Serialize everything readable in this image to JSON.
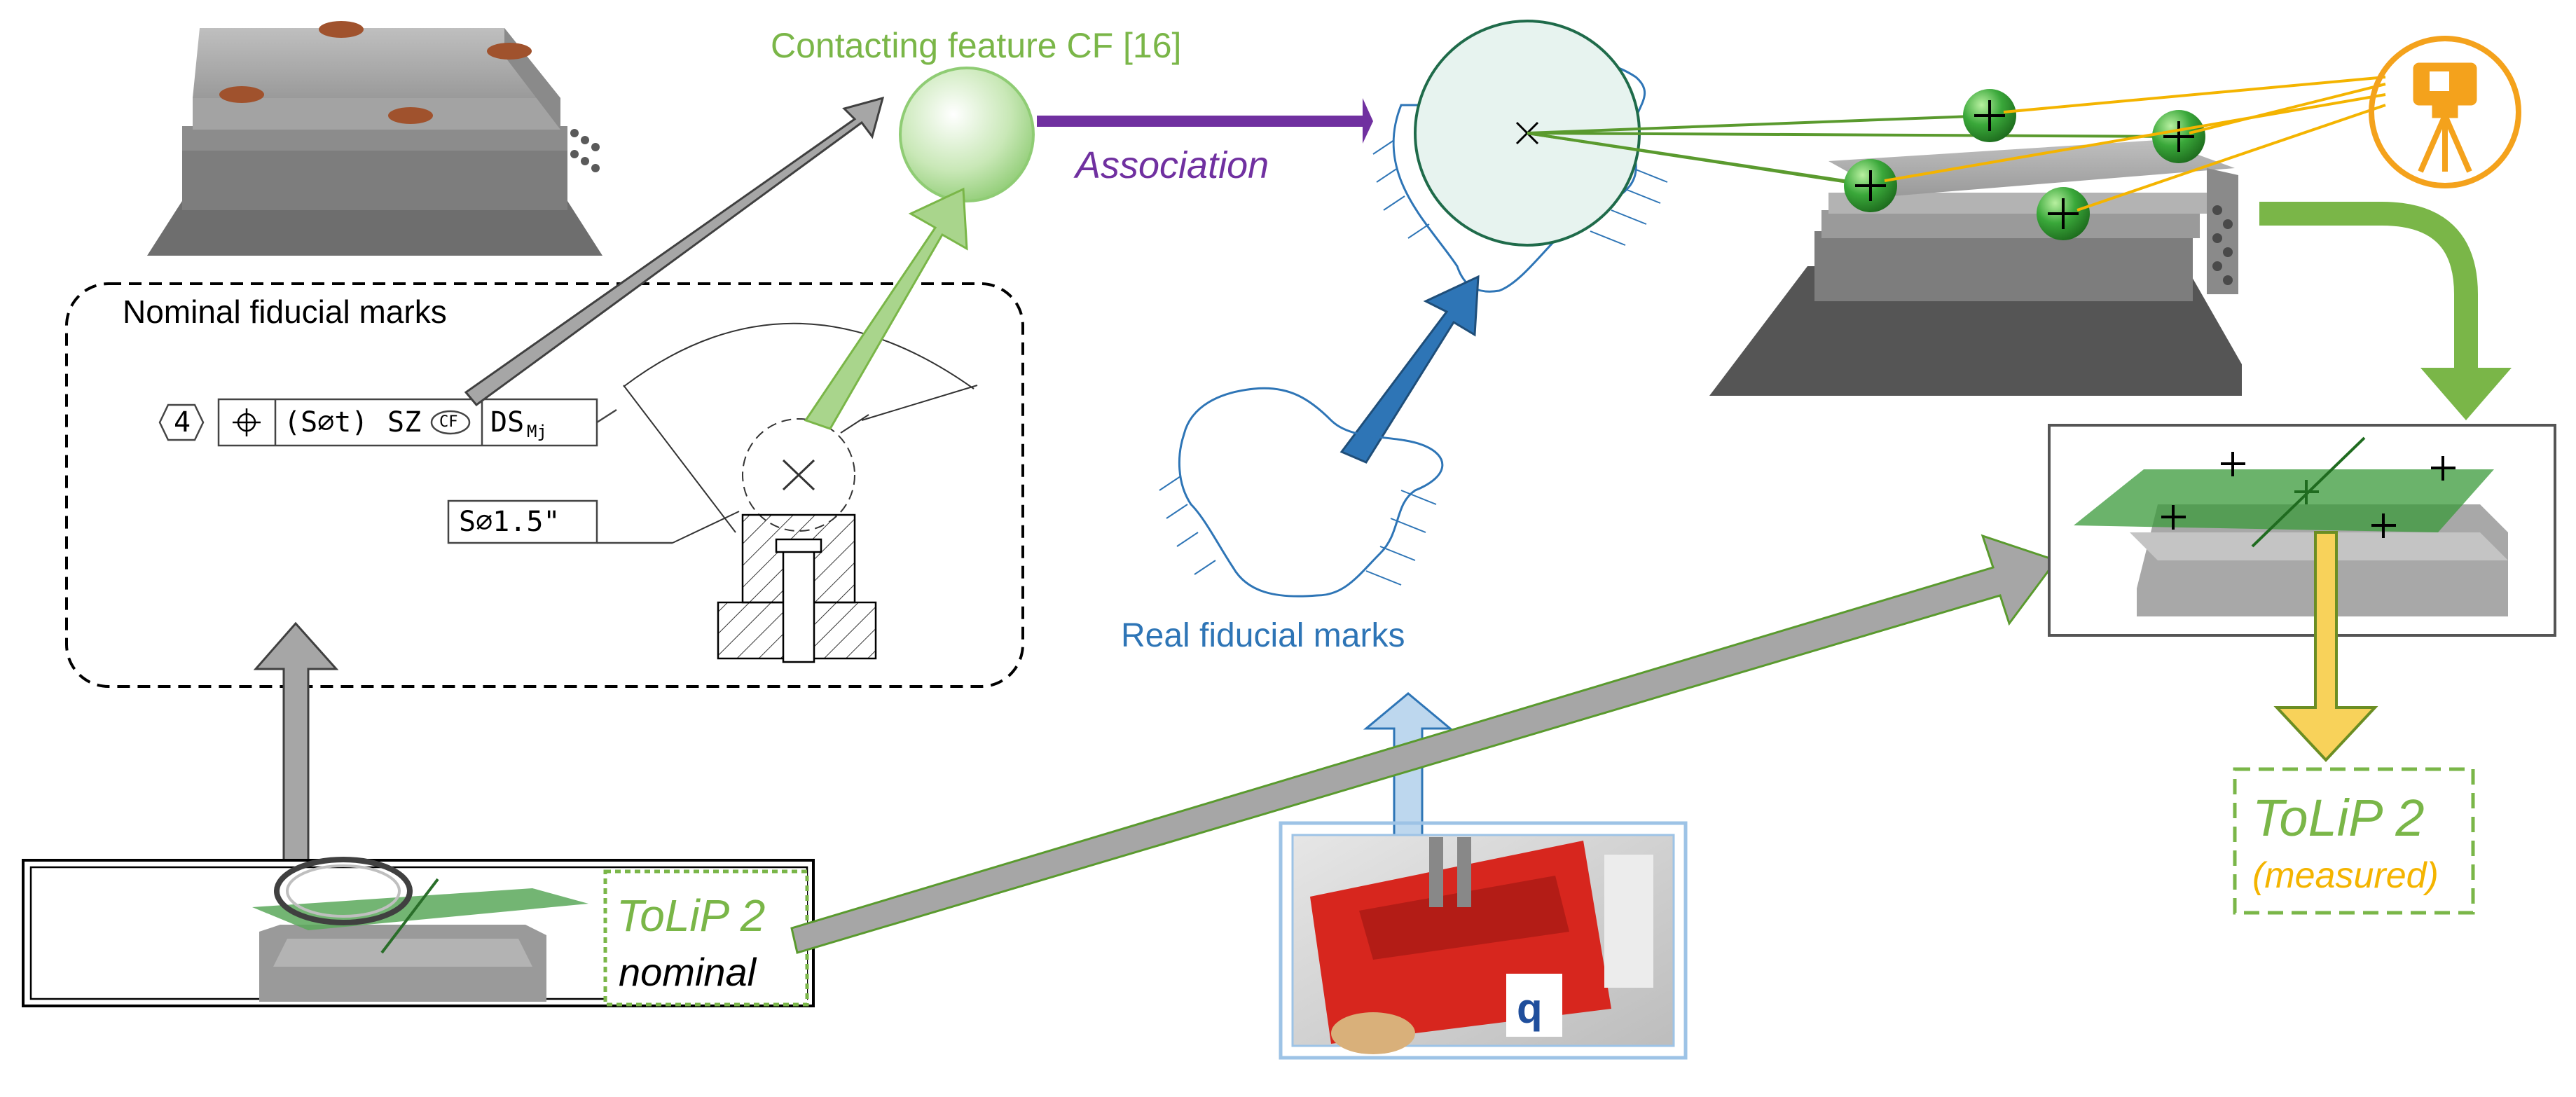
{
  "labels": {
    "contacting_feature": "Contacting feature CF [16]",
    "association": "Association",
    "nominal_fiducial_marks": "Nominal fiducial marks",
    "real_fiducial_marks": "Real fiducial marks",
    "tolip_nominal_title": "ToLiP 2",
    "tolip_nominal_sub": "nominal",
    "tolip_measured_title": "ToLiP 2",
    "tolip_measured_sub": "(measured)"
  },
  "fcf": {
    "count": "4",
    "symbol": "⌖",
    "tolerance": "(S⌀t)",
    "zone": "SZ",
    "modifier": "CF",
    "datum": "DS",
    "datum_sub": "Mj",
    "diameter": "S⌀1.5\""
  },
  "colors": {
    "green": "#7ab648",
    "dark_green": "#5a9a2e",
    "purple": "#7030a0",
    "blue": "#2e75b6",
    "light_blue": "#9dc3e6",
    "orange": "#f4a21c",
    "yellow": "#f8d25a",
    "gray_arrow": "#a6a6a6"
  },
  "icons": [
    "total-station-icon",
    "fiducial-sphere-icon"
  ]
}
